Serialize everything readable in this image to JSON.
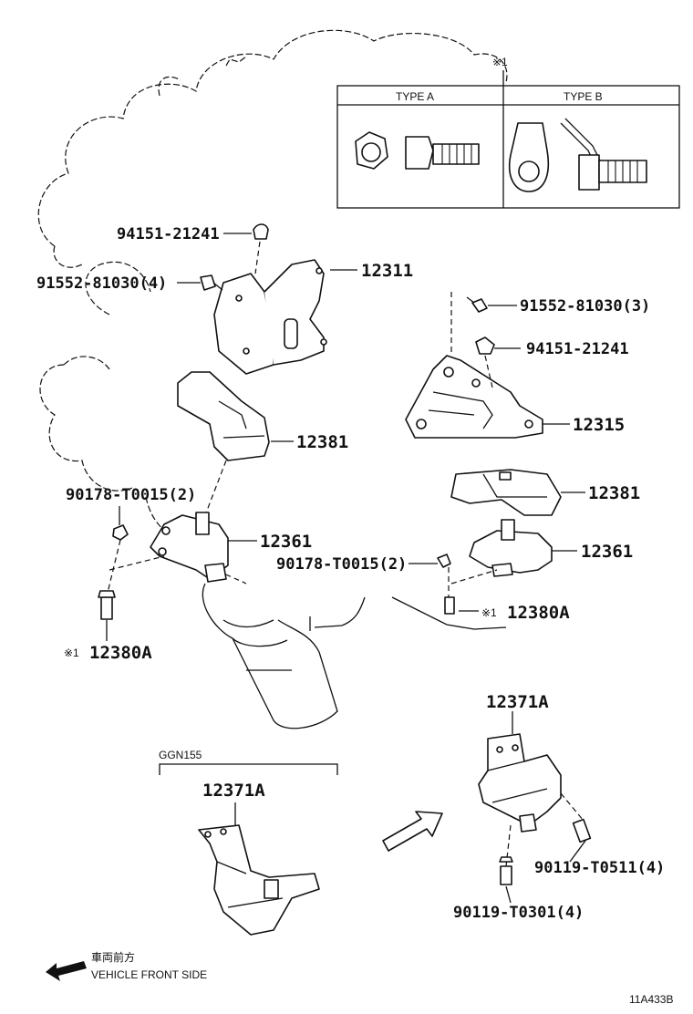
{
  "type_box": {
    "note_mark": "※1",
    "type_a": "TYPE A",
    "type_b": "TYPE B"
  },
  "labels": {
    "p94151_top": "94151-21241",
    "p91552_4": "91552-81030(4)",
    "p12311": "12311",
    "p91552_3": "91552-81030(3)",
    "p94151_right": "94151-21241",
    "p12315": "12315",
    "p12381_left": "12381",
    "p12381_right": "12381",
    "p90178_left": "90178-T0015(2)",
    "p12361_left": "12361",
    "p12361_right": "12361",
    "p90178_right": "90178-T0015(2)",
    "p12380a_left": "12380A",
    "p12380a_right": "12380A",
    "ref_mark_left": "※1",
    "ref_mark_right": "※1",
    "p12371a_right": "12371A",
    "p90119_t0511": "90119-T0511(4)",
    "p90119_t0301": "90119-T0301(4)",
    "ggn_label": "GGN155",
    "p12371a_left": "12371A"
  },
  "legend": {
    "front_jp": "車両前方",
    "front_en": "VEHICLE FRONT SIDE"
  },
  "diagram_id": "11A433B"
}
